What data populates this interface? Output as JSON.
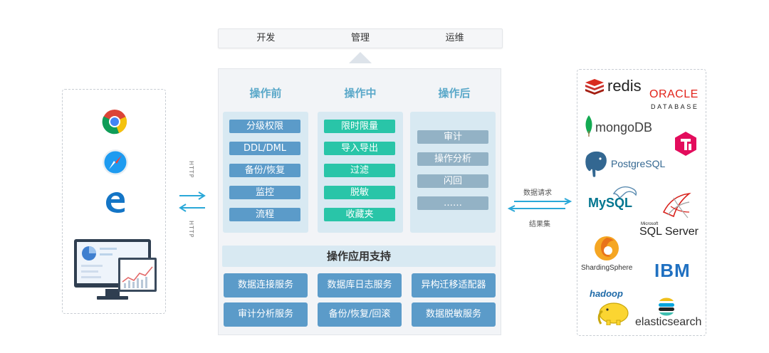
{
  "tabs": [
    "开发",
    "管理",
    "运维"
  ],
  "columns": [
    {
      "title": "操作前",
      "items": [
        "分级权限",
        "DDL/DML",
        "备份/恢复",
        "监控",
        "流程"
      ]
    },
    {
      "title": "操作中",
      "items": [
        "限时限量",
        "导入导出",
        "过滤",
        "脱敏",
        "收藏夹"
      ]
    },
    {
      "title": "操作后",
      "items": [
        "审计",
        "操作分析",
        "闪回",
        "……"
      ]
    }
  ],
  "support": {
    "title": "操作应用支持",
    "services": [
      "数据连接服务",
      "数据库日志服务",
      "异构迁移适配器",
      "审计分析服务",
      "备份/恢复/回滚",
      "数据脱敏服务"
    ]
  },
  "left_connector": {
    "top_label": "HTTP",
    "bottom_label": "HTTP"
  },
  "right_connector": {
    "top_label": "数据请求",
    "bottom_label": "结果集"
  },
  "clients": [
    "chrome-icon",
    "safari-icon",
    "edge-icon",
    "monitor-dashboard-icon"
  ],
  "databases": {
    "redis": "redis",
    "oracle": "ORACLE",
    "oracle_sub": "DATABASE",
    "mongodb": "mongoDB",
    "tidb": "TiDB",
    "postgres": "PostgreSQL",
    "mysql": "MySQL",
    "mssql_top": "Microsoft",
    "mssql": "SQL Server",
    "sharding": "ShardingSphere",
    "ibm": "IBM",
    "hadoop": "hadoop",
    "elastic": "elasticsearch"
  },
  "colors": {
    "accent": "#5aa8c9",
    "blue": "#5b9bc9",
    "green": "#29c5a8",
    "gray": "#93b2c5",
    "arrow": "#2aa8d8"
  }
}
